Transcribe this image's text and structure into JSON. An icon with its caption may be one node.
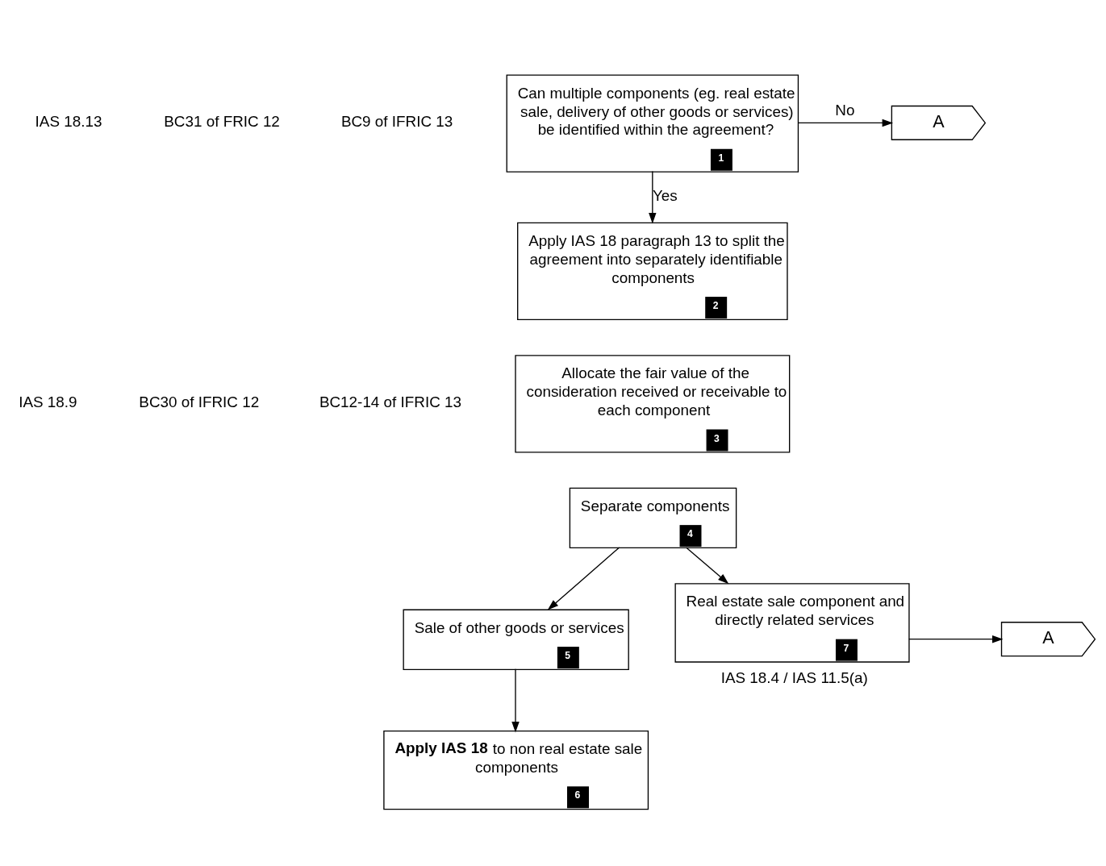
{
  "diagram": {
    "nodes": [
      {
        "text": [
          "Can multiple components (eg. real estate sale, delivery of other goods or services) be identified within the agreement?",
          "1"
        ]
      },
      {
        "text": [
          "A"
        ]
      },
      {
        "text": [
          "Apply IAS 18 paragraph 13 to split the agreement into separately identifiable components",
          "2"
        ]
      },
      {
        "text": [
          "Allocate the fair value of the consideration received or receivable to each component",
          "3"
        ]
      },
      {
        "text": [
          "Separate components",
          "4"
        ]
      },
      {
        "text": [
          "Sale of other goods or services",
          "5"
        ]
      },
      {
        "text": [
          "**Apply IAS 18** to non real estate sale components",
          "6"
        ]
      },
      {
        "text": [
          "Real estate sale component and directly related services",
          "7"
        ],
        "beside": [
          "IAS 18.4 / IAS 11.5(a)"
        ]
      },
      {
        "text": [
          "A"
        ]
      }
    ],
    "edges": [
      {
        "from": 0,
        "to": 1,
        "arrow": "to",
        "label": "No"
      },
      {
        "from": 0,
        "to": 2,
        "arrow": "to",
        "label": "Yes"
      },
      {
        "from": 4,
        "to": 5,
        "arrow": "to"
      },
      {
        "from": 4,
        "to": 7,
        "arrow": "to"
      },
      {
        "from": 5,
        "to": 6,
        "arrow": "to"
      },
      {
        "from": 7,
        "to": 8,
        "arrow": "to"
      }
    ],
    "labels": [
      "IAS 18.13",
      "BC31 of FRIC 12",
      "BC9 of IFRIC 13",
      "IAS 18.9",
      "BC30 of IFRIC 12",
      "BC12-14 of IFRIC 13"
    ]
  }
}
